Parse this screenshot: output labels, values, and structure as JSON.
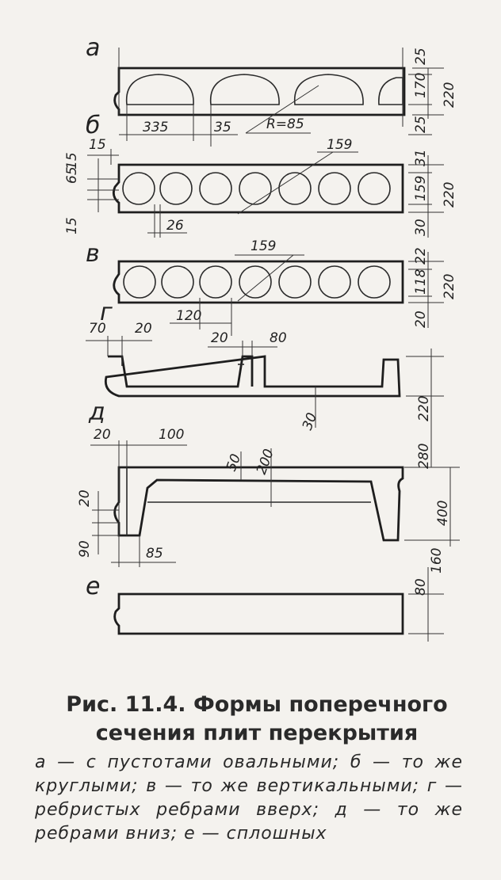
{
  "figure": {
    "panel_labels": {
      "a": "а",
      "b": "б",
      "v": "в",
      "g": "г",
      "d": "д",
      "e": "е"
    },
    "dims": {
      "a_top": "25",
      "a_void": "170",
      "a_total": "220",
      "a_void_width": "335",
      "a_rib": "35",
      "a_radius": "R=85",
      "a_bottom": "25",
      "b_edge_top": "15",
      "b_edge_mid": "65",
      "b_edge_bot": "15",
      "b_edge_low": "15",
      "b_hole_dia": "159",
      "b_top": "31",
      "b_hole": "159",
      "b_total": "220",
      "b_rib": "26",
      "b_bottom": "30",
      "v_hole_dia": "159",
      "v_top": "22",
      "v_hole": "118",
      "v_total": "220",
      "v_rib": "120",
      "v_bottom": "20",
      "g_left": "70",
      "g_rib": "20",
      "g_gap": "20",
      "g_right": "80",
      "g_flange": "30",
      "g_total": "220",
      "d_left": "20",
      "d_flange": "100",
      "d_flange_t": "50",
      "d_mid": "200",
      "d_total_left": "280",
      "d_wall": "20",
      "d_total": "400",
      "d_edge": "90",
      "d_base": "85",
      "e_thick": "80",
      "e_thick2": "160"
    }
  },
  "caption": {
    "title_line1": "Рис. 11.4. Формы поперечного",
    "title_line2": "сечения плит перекрытия",
    "text": "а — с пустотами овальными; б — то же круглыми; в — то же вертикальными; г — ребристых ребрами вверх; д — то же ребрами вниз; е — сплошных"
  }
}
